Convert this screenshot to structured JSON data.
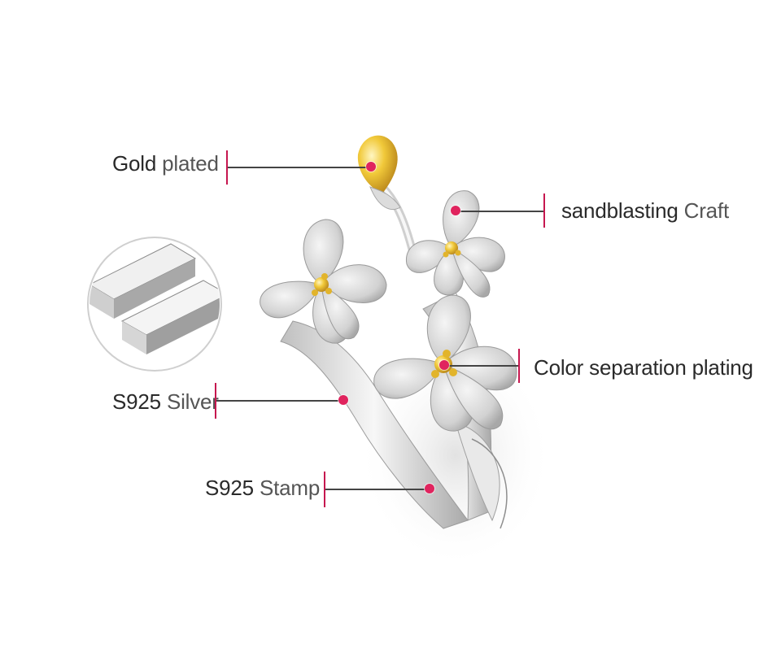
{
  "callouts": {
    "gold": {
      "strong": "Gold",
      "light": "plated",
      "accent": "#c6174f"
    },
    "sandblasting": {
      "strong": "sandblasting",
      "light": "Craft"
    },
    "color_sep": {
      "strong": "Color separation plating",
      "light": ""
    },
    "silver": {
      "strong": "S925",
      "light": "Silver"
    },
    "stamp": {
      "strong": "S925",
      "light": "Stamp"
    }
  },
  "colors": {
    "accent": "#c6174f",
    "dot": "#e0245e",
    "text": "#2f2f2f"
  }
}
